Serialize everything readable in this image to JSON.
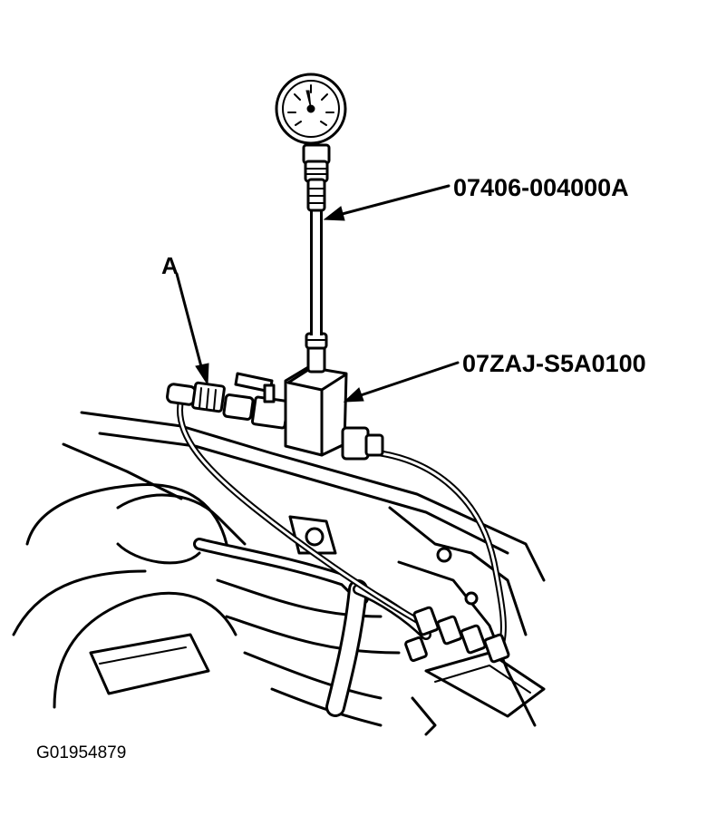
{
  "labels": {
    "a": "A",
    "gauge_part": "07406-004000A",
    "tee_part": "07ZAJ-S5A0100",
    "figure_id": "G01954879"
  }
}
